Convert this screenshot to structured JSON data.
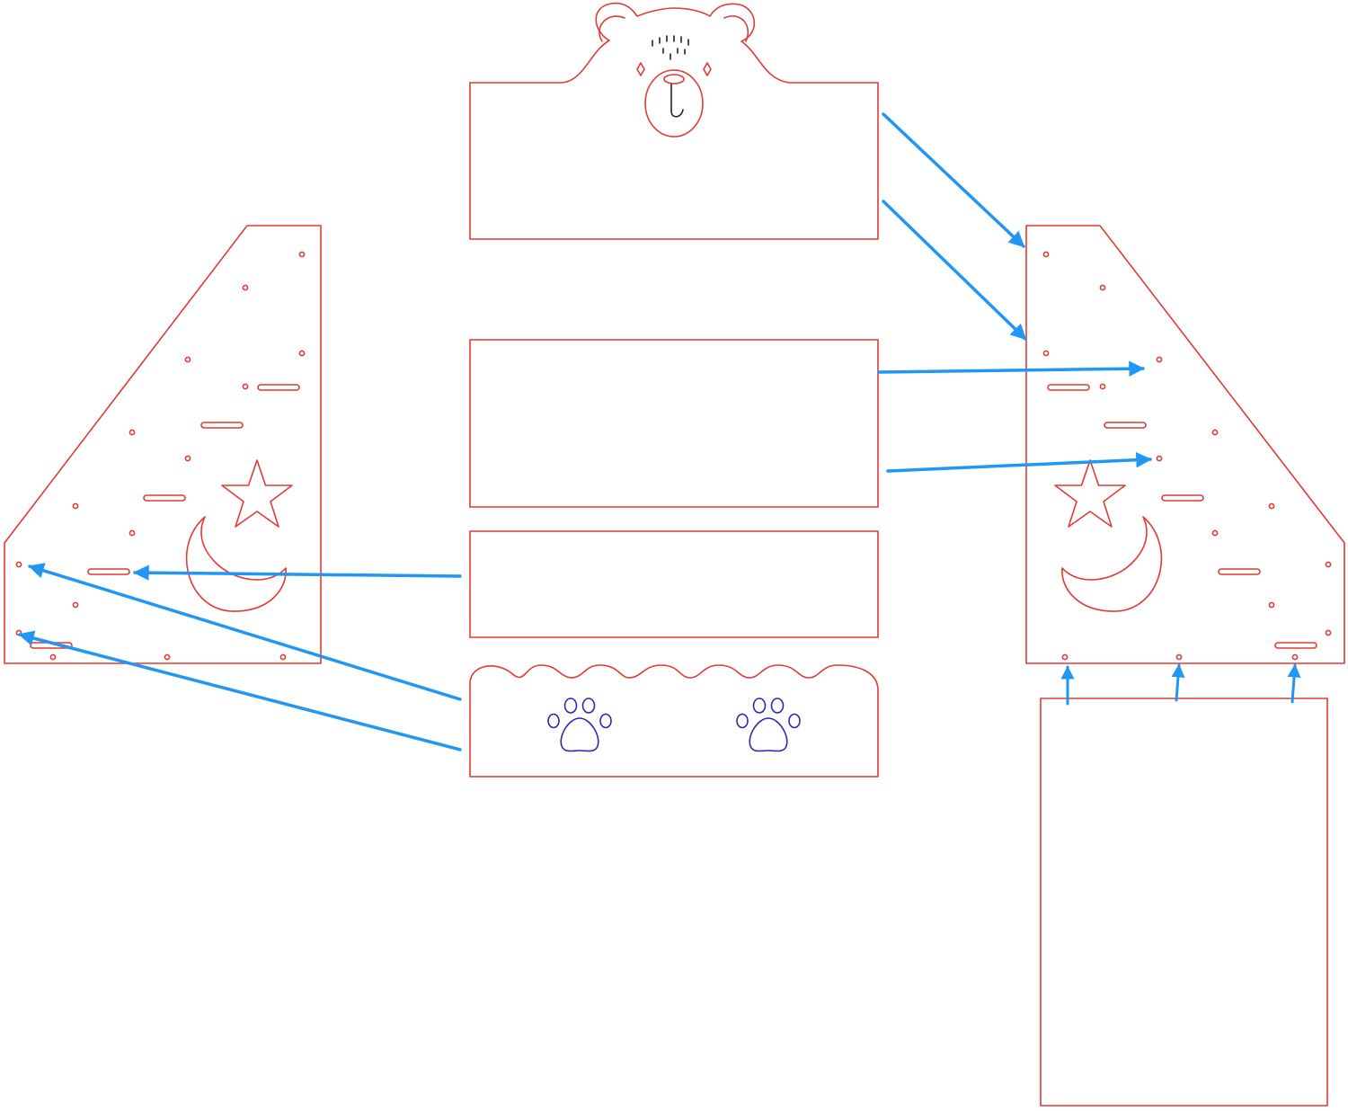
{
  "colors": {
    "background": "#ffffff",
    "cut_line": "#e23a35",
    "engrave_line": "#2a2ab0",
    "face_line": "#222222",
    "arrow": "#2196f3"
  },
  "icons": {
    "bear_head": "bear-face-icon",
    "star": "star-icon",
    "moon": "crescent-moon-icon",
    "paw": "paw-print-icon",
    "arrow": "arrow-icon"
  },
  "parts": [
    "bear-head-back-panel",
    "left-side-panel",
    "right-side-panel",
    "middle-shelf-panel",
    "lower-shelf-panel",
    "scalloped-front-panel",
    "bottom-base-panel"
  ]
}
